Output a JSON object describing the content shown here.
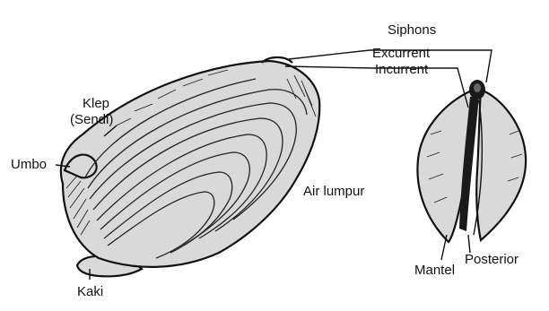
{
  "colors": {
    "shell_fill": "#d9d9d9",
    "ink": "#111111",
    "background": "#ffffff"
  },
  "labels": {
    "siphons": "Siphons",
    "excurrent": "Excurrent",
    "incurrent": "Incurrent",
    "klep_line1": "Klep",
    "klep_line2": "(Sendi)",
    "umbo": "Umbo",
    "air_lumpur": "Air lumpur",
    "kaki": "Kaki",
    "mantel": "Mantel",
    "posterior": "Posterior"
  }
}
